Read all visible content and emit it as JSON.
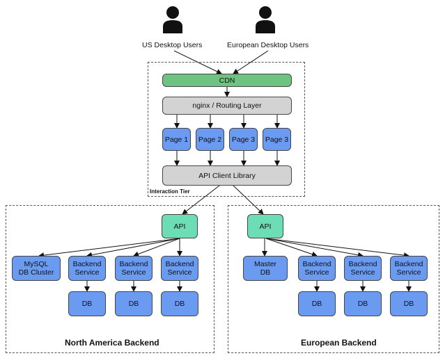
{
  "users": {
    "us": "US Desktop Users",
    "eu": "European Desktop Users"
  },
  "interaction_tier": {
    "label": "Interaction Tier",
    "cdn": "CDN",
    "routing": "nginx / Routing Layer",
    "pages": [
      "Page 1",
      "Page 2",
      "Page 3",
      "Page 3"
    ],
    "client": "API Client Library"
  },
  "north_america": {
    "title": "North America Backend",
    "api": "API",
    "mysql": "MySQL\nDB Cluster",
    "services": [
      "Backend\nService",
      "Backend\nService",
      "Backend\nService"
    ],
    "dbs": [
      "DB",
      "DB",
      "DB"
    ]
  },
  "europe": {
    "title": "European Backend",
    "api": "API",
    "master": "Master\nDB",
    "services": [
      "Backend\nService",
      "Backend\nService",
      "Backend\nService"
    ],
    "dbs": [
      "DB",
      "DB",
      "DB"
    ]
  },
  "colors": {
    "cdn": "#6fc380",
    "gray": "#d3d3d3",
    "blue": "#6b9bf0",
    "teal": "#6dddb6"
  }
}
